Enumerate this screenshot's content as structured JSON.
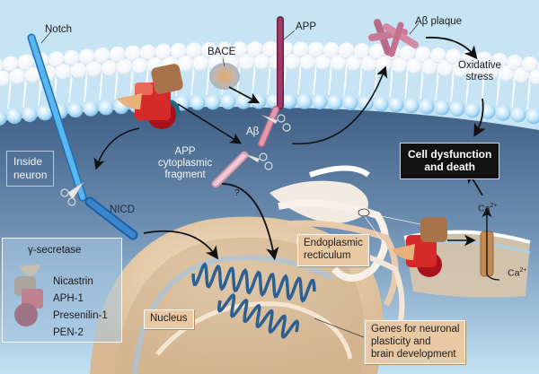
{
  "figure": {
    "labels": {
      "notch": "Notch",
      "bace": "BACE",
      "app": "APP",
      "abeta_plaque": "Aβ plaque",
      "oxidative_stress": "Oxidative\nstress",
      "oxidative_line1": "Oxidative",
      "oxidative_line2": "stress",
      "abeta": "Aβ",
      "app_fragment_line1": "APP",
      "app_fragment_line2": "cytoplasmic",
      "app_fragment_line3": "fragment",
      "question_mark": "?",
      "nicd": "NICD",
      "inside_neuron_line1": "Inside",
      "inside_neuron_line2": "neuron",
      "cell_dysfunction_line1": "Cell dysfunction",
      "cell_dysfunction_line2": "and death",
      "ca_upper": "Ca",
      "ca_lower": "Ca",
      "ca_charge": "2+",
      "endoplasmic_line1": "Endoplasmic",
      "endoplasmic_line2": "recticulum",
      "nucleus": "Nucleus",
      "genes_line1": "Genes for neuronal",
      "genes_line2": "plasticity and",
      "genes_line3": "brain development"
    },
    "legend": {
      "title": "γ-secretase",
      "items": [
        {
          "label": "Nicastrin",
          "icon": "nicastrin-wedge-icon",
          "color": "#e8b27a"
        },
        {
          "label": "APH-1",
          "icon": "aph1-block-icon",
          "color": "#b07a4c"
        },
        {
          "label": "Presenilin-1",
          "icon": "presenilin-block-icon",
          "color": "#d42a2a"
        },
        {
          "label": "PEN-2",
          "icon": "pen2-sphere-icon",
          "color": "#8e0f15"
        }
      ]
    },
    "colors": {
      "extracellular": "#c6e4f3",
      "cytoplasm_top": "#4a6b8e",
      "cytoplasm_bottom": "#b9d9ee",
      "notch": "#3aa0e0",
      "app": "#8e2a56",
      "abeta": "#d8889f",
      "nucleus": "#e9cfae",
      "dna": "#2c5f92"
    }
  }
}
